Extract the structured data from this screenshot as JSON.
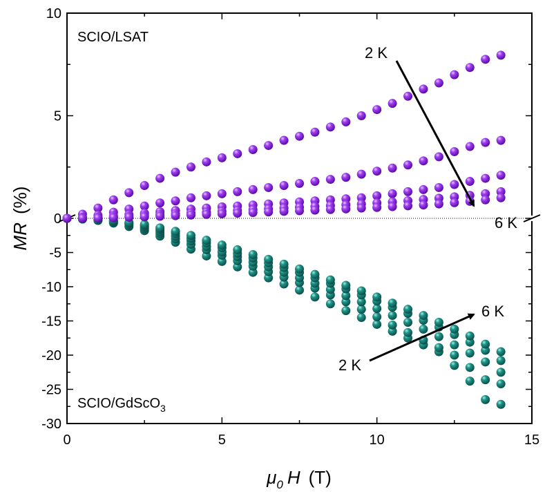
{
  "chart_data": {
    "type": "scatter",
    "xlabel": {
      "symbol": "μ",
      "subscript": "0",
      "var": "H",
      "unit": "(T)"
    },
    "ylabel": {
      "var": "MR",
      "unit": "(%)"
    },
    "upper_panel": {
      "label": "SCIO/LSAT",
      "ylim": [
        -0.5,
        10
      ],
      "yticks": [
        0,
        5,
        10
      ],
      "yticklabels": [
        "0",
        "5",
        "10"
      ],
      "arrow": {
        "from_label": "2 K",
        "to_label": "6 K"
      },
      "series": [
        {
          "x": [
            0,
            0.5,
            1,
            1.5,
            2,
            2.5,
            3,
            3.5,
            4,
            4.5,
            5,
            5.5,
            6,
            6.5,
            7,
            7.5,
            8,
            8.5,
            9,
            9.5,
            10,
            10.5,
            11,
            11.5,
            12,
            12.5,
            13,
            13.5,
            14
          ],
          "y": [
            0,
            0.2,
            0.5,
            0.9,
            1.25,
            1.6,
            1.95,
            2.25,
            2.5,
            2.75,
            2.95,
            3.15,
            3.35,
            3.55,
            3.8,
            4.0,
            4.2,
            4.45,
            4.7,
            5.0,
            5.3,
            5.6,
            5.95,
            6.3,
            6.6,
            7.0,
            7.35,
            7.75,
            7.95
          ]
        },
        {
          "x": [
            0,
            0.5,
            1,
            1.5,
            2,
            2.5,
            3,
            3.5,
            4,
            4.5,
            5,
            5.5,
            6,
            6.5,
            7,
            7.5,
            8,
            8.5,
            9,
            9.5,
            10,
            10.5,
            11,
            11.5,
            12,
            12.5,
            13,
            13.5,
            14
          ],
          "y": [
            0,
            0.05,
            0.15,
            0.3,
            0.45,
            0.6,
            0.75,
            0.85,
            1.0,
            1.1,
            1.2,
            1.3,
            1.4,
            1.5,
            1.6,
            1.7,
            1.8,
            1.9,
            2.0,
            2.15,
            2.3,
            2.45,
            2.6,
            2.8,
            3.0,
            3.25,
            3.5,
            3.7,
            3.8
          ]
        },
        {
          "x": [
            0,
            0.5,
            1,
            1.5,
            2,
            2.5,
            3,
            3.5,
            4,
            4.5,
            5,
            5.5,
            6,
            6.5,
            7,
            7.5,
            8,
            8.5,
            9,
            9.5,
            10,
            10.5,
            11,
            11.5,
            12,
            12.5,
            13,
            13.5,
            14
          ],
          "y": [
            0,
            0.02,
            0.06,
            0.12,
            0.18,
            0.25,
            0.32,
            0.38,
            0.45,
            0.5,
            0.56,
            0.6,
            0.65,
            0.7,
            0.75,
            0.8,
            0.85,
            0.9,
            0.95,
            1.0,
            1.1,
            1.2,
            1.3,
            1.4,
            1.5,
            1.65,
            1.8,
            1.95,
            2.1
          ]
        },
        {
          "x": [
            0,
            0.5,
            1,
            1.5,
            2,
            2.5,
            3,
            3.5,
            4,
            4.5,
            5,
            5.5,
            6,
            6.5,
            7,
            7.5,
            8,
            8.5,
            9,
            9.5,
            10,
            10.5,
            11,
            11.5,
            12,
            12.5,
            13,
            13.5,
            14
          ],
          "y": [
            0,
            0.01,
            0.03,
            0.06,
            0.1,
            0.14,
            0.18,
            0.22,
            0.26,
            0.3,
            0.34,
            0.38,
            0.42,
            0.46,
            0.5,
            0.54,
            0.58,
            0.62,
            0.66,
            0.7,
            0.75,
            0.8,
            0.86,
            0.92,
            0.98,
            1.05,
            1.12,
            1.2,
            1.3
          ]
        },
        {
          "x": [
            0,
            0.5,
            1,
            1.5,
            2,
            2.5,
            3,
            3.5,
            4,
            4.5,
            5,
            5.5,
            6,
            6.5,
            7,
            7.5,
            8,
            8.5,
            9,
            9.5,
            10,
            10.5,
            11,
            11.5,
            12,
            12.5,
            13,
            13.5,
            14
          ],
          "y": [
            0,
            0.0,
            0.01,
            0.03,
            0.05,
            0.07,
            0.1,
            0.13,
            0.16,
            0.19,
            0.22,
            0.25,
            0.28,
            0.31,
            0.34,
            0.37,
            0.4,
            0.43,
            0.46,
            0.5,
            0.53,
            0.57,
            0.61,
            0.65,
            0.7,
            0.76,
            0.83,
            0.9,
            1.0
          ]
        }
      ]
    },
    "lower_panel": {
      "label_main": "SCIO/GdScO",
      "label_sub": "3",
      "ylim": [
        -30,
        0
      ],
      "yticks": [
        -5,
        -10,
        -15,
        -20,
        -25,
        -30
      ],
      "yticklabels": [
        "-5",
        "-10",
        "-15",
        "-20",
        "-25",
        "-30"
      ],
      "arrow": {
        "from_label": "2 K",
        "to_label": "6 K"
      },
      "series": [
        {
          "x": [
            0,
            0.5,
            1,
            1.5,
            2,
            2.5,
            3,
            3.5,
            4,
            4.5,
            5,
            5.5,
            6,
            6.5,
            7,
            7.5,
            8,
            8.5,
            9,
            9.5,
            10,
            10.5,
            11,
            11.5,
            12,
            12.5,
            13,
            13.5,
            14
          ],
          "y": [
            0,
            -0.1,
            -0.3,
            -0.7,
            -1.2,
            -1.8,
            -2.6,
            -3.5,
            -4.5,
            -5.5,
            -6.3,
            -7.1,
            -7.9,
            -8.7,
            -9.6,
            -10.5,
            -11.5,
            -12.5,
            -13.5,
            -14.5,
            -15.5,
            -16.5,
            -17.5,
            -18.5,
            -19.5,
            -21.5,
            -23.8,
            -26.5,
            -27.2
          ]
        },
        {
          "x": [
            0,
            0.5,
            1,
            1.5,
            2,
            2.5,
            3,
            3.5,
            4,
            4.5,
            5,
            5.5,
            6,
            6.5,
            7,
            7.5,
            8,
            8.5,
            9,
            9.5,
            10,
            10.5,
            11,
            11.5,
            12,
            12.5,
            13,
            13.5,
            14
          ],
          "y": [
            0,
            -0.1,
            -0.3,
            -0.6,
            -1.0,
            -1.5,
            -2.2,
            -3.0,
            -3.8,
            -4.6,
            -5.4,
            -6.2,
            -7.0,
            -7.8,
            -8.6,
            -9.4,
            -10.2,
            -11.2,
            -12.2,
            -13.3,
            -14.4,
            -15.6,
            -16.7,
            -17.8,
            -18.9,
            -20.0,
            -21.8,
            -23.6,
            -24.2
          ]
        },
        {
          "x": [
            0,
            0.5,
            1,
            1.5,
            2,
            2.5,
            3,
            3.5,
            4,
            4.5,
            5,
            5.5,
            6,
            6.5,
            7,
            7.5,
            8,
            8.5,
            9,
            9.5,
            10,
            10.5,
            11,
            11.5,
            12,
            12.5,
            13,
            13.5,
            14
          ],
          "y": [
            0,
            -0.1,
            -0.2,
            -0.5,
            -0.8,
            -1.3,
            -1.9,
            -2.6,
            -3.3,
            -4.1,
            -4.9,
            -5.6,
            -6.4,
            -7.1,
            -7.9,
            -8.7,
            -9.5,
            -10.4,
            -11.3,
            -12.2,
            -13.2,
            -14.2,
            -15.2,
            -16.2,
            -17.3,
            -18.5,
            -19.7,
            -21.0,
            -22.5
          ]
        },
        {
          "x": [
            0,
            0.5,
            1,
            1.5,
            2,
            2.5,
            3,
            3.5,
            4,
            4.5,
            5,
            5.5,
            6,
            6.5,
            7,
            7.5,
            8,
            8.5,
            9,
            9.5,
            10,
            10.5,
            11,
            11.5,
            12,
            12.5,
            13,
            13.5,
            14
          ],
          "y": [
            0,
            -0.05,
            -0.2,
            -0.4,
            -0.7,
            -1.1,
            -1.6,
            -2.2,
            -2.9,
            -3.6,
            -4.3,
            -5.1,
            -5.8,
            -6.5,
            -7.2,
            -7.9,
            -8.7,
            -9.5,
            -10.3,
            -11.2,
            -12.1,
            -13.0,
            -13.9,
            -14.9,
            -15.9,
            -17.0,
            -18.1,
            -19.3,
            -20.8
          ]
        },
        {
          "x": [
            0,
            0.5,
            1,
            1.5,
            2,
            2.5,
            3,
            3.5,
            4,
            4.5,
            5,
            5.5,
            6,
            6.5,
            7,
            7.5,
            8,
            8.5,
            9,
            9.5,
            10,
            10.5,
            11,
            11.5,
            12,
            12.5,
            13,
            13.5,
            14
          ],
          "y": [
            0,
            -0.05,
            -0.15,
            -0.3,
            -0.6,
            -0.9,
            -1.4,
            -1.9,
            -2.5,
            -3.2,
            -3.9,
            -4.6,
            -5.3,
            -6.0,
            -6.7,
            -7.4,
            -8.2,
            -9.0,
            -9.8,
            -10.6,
            -11.5,
            -12.4,
            -13.3,
            -14.2,
            -15.2,
            -16.2,
            -17.2,
            -18.4,
            -19.5
          ]
        }
      ]
    },
    "xlim": [
      0,
      15
    ],
    "xticks": [
      0,
      5,
      10,
      15
    ],
    "xticklabels": [
      "0",
      "5",
      "10",
      "15"
    ],
    "colors": {
      "upper": "#8a2be2",
      "lower": "#1a8a80"
    }
  }
}
